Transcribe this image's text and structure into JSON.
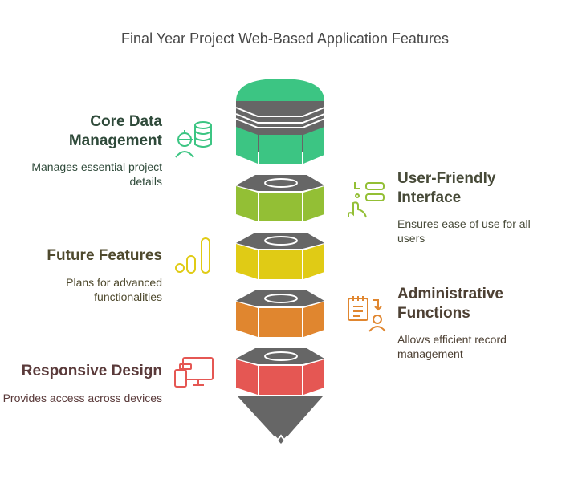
{
  "title": "Final Year Project Web-Based Application Features",
  "colors": {
    "gray": "#666666",
    "green": "#3CC583",
    "lime": "#93BF35",
    "yellow": "#E0CB15",
    "orange": "#E0862F",
    "red": "#E55753"
  },
  "items": [
    {
      "heading": "Core Data Management",
      "description": "Manages essential project details",
      "icon": "engineer-database-icon",
      "color": "#3CC583"
    },
    {
      "heading": "User-Friendly Interface",
      "description": "Ensures ease of use for all users",
      "icon": "touch-interface-icon",
      "color": "#93BF35"
    },
    {
      "heading": "Future Features",
      "description": "Plans for advanced functionalities",
      "icon": "growth-bars-icon",
      "color": "#E0CB15"
    },
    {
      "heading": "Administrative Functions",
      "description": "Allows efficient record management",
      "icon": "admin-records-icon",
      "color": "#E0862F"
    },
    {
      "heading": "Responsive Design",
      "description": "Provides access across devices",
      "icon": "devices-icon",
      "color": "#E55753"
    }
  ]
}
